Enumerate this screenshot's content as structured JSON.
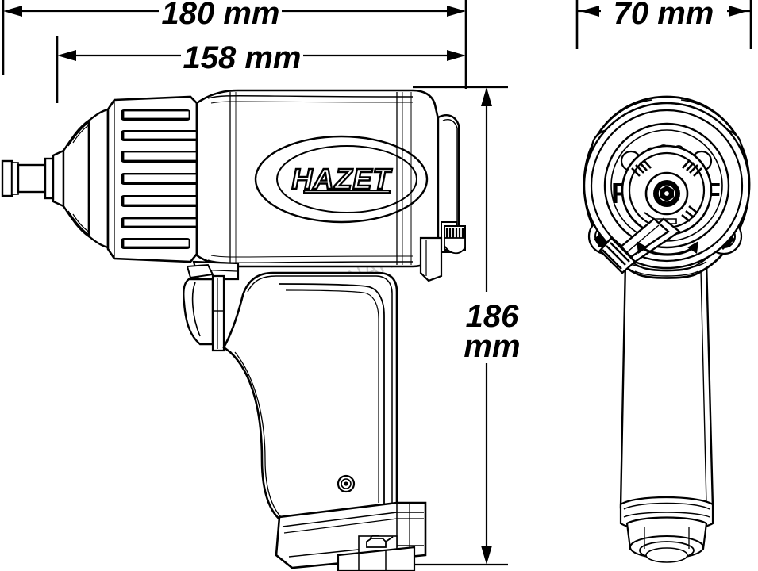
{
  "drawing": {
    "subject": "pneumatic impact wrench",
    "background_color": "#ffffff",
    "line_color": "#000000",
    "views": [
      "side elevation",
      "rear elevation"
    ]
  },
  "dimensions": {
    "overall_length": {
      "value": "180 mm",
      "orientation": "horizontal",
      "position": "top"
    },
    "body_length": {
      "value": "158 mm",
      "orientation": "horizontal",
      "position": "top"
    },
    "rear_width": {
      "value": "70 mm",
      "orientation": "horizontal",
      "position": "top-right"
    },
    "overall_height": {
      "value_line1": "186",
      "value_line2": "mm",
      "orientation": "vertical",
      "position": "center-right"
    }
  },
  "branding": {
    "logo_text": "HAZET",
    "logo_style": "outlined italic in oval badge"
  },
  "controls": {
    "reverse_label": "R",
    "forward_label": "F",
    "selector_name": "forward-reverse-selector",
    "rotation_arrow": "double-headed curved arrow"
  },
  "watermark": {
    "text": "VAŠE NÁŘADÍ",
    "color": "#cfcfcf"
  },
  "markings": {
    "oiler_icon": "oil-can-icon"
  }
}
